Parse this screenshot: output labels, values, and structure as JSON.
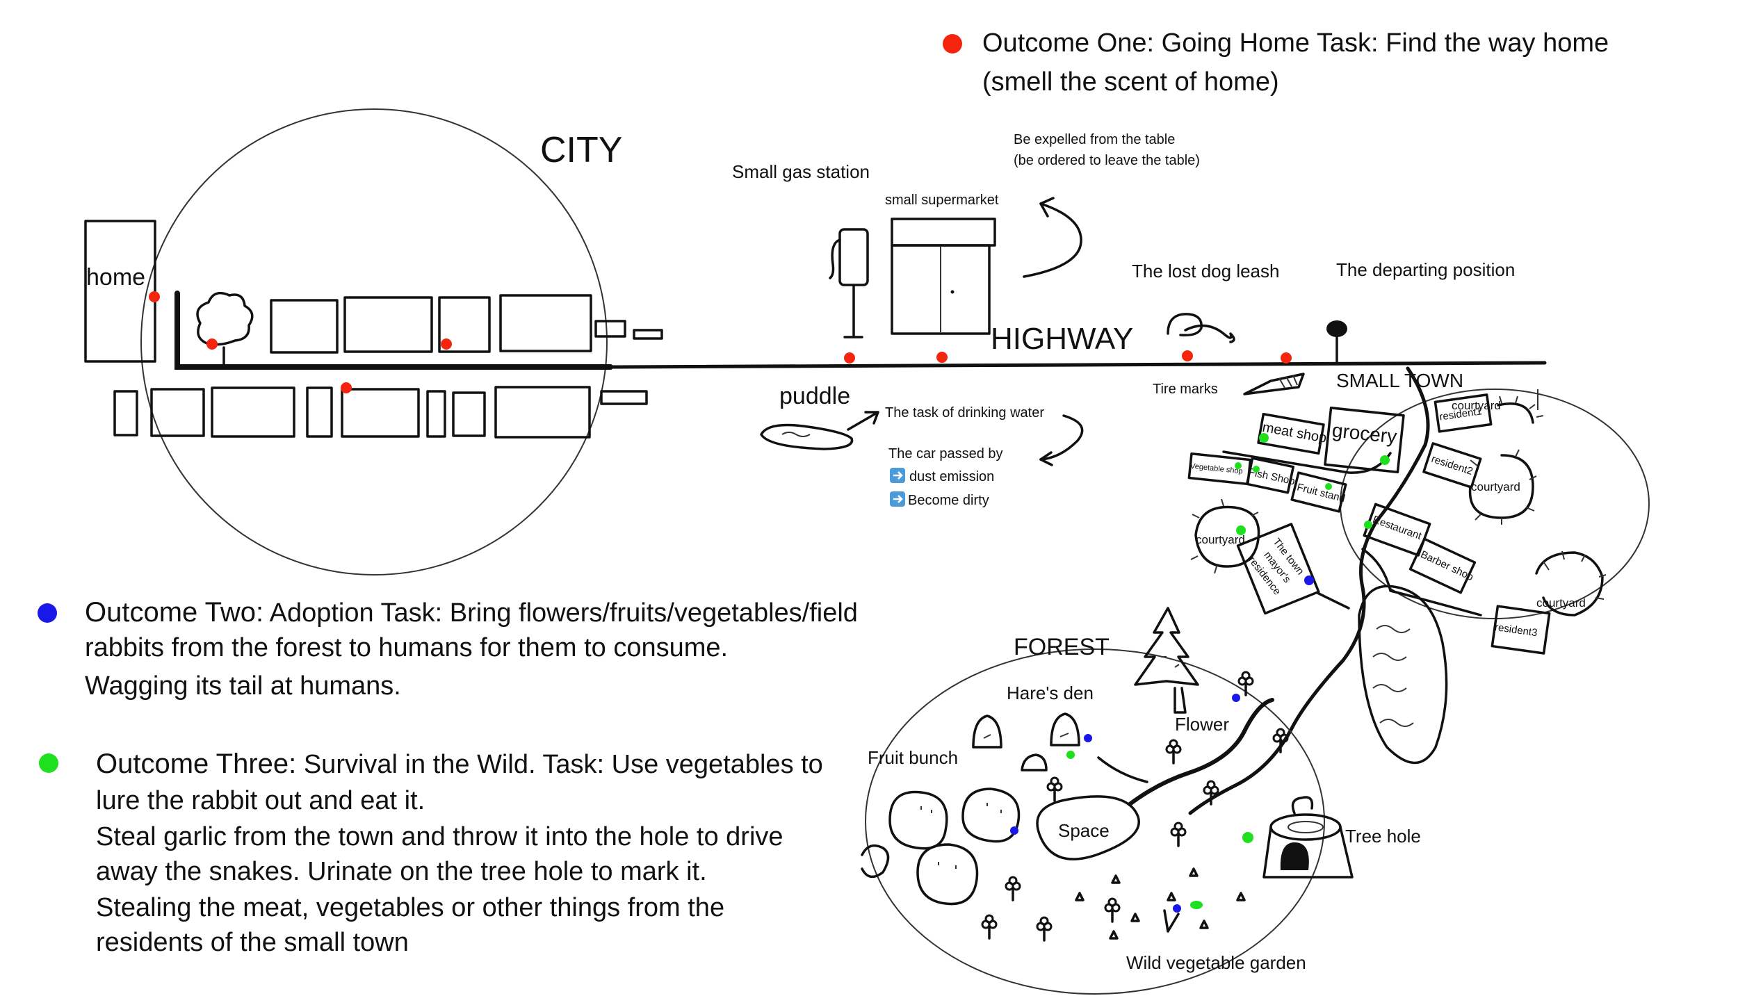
{
  "outcome_one": {
    "color": "#f5240f",
    "line1": "Outcome One: Going Home Task: Find the way home",
    "line2": "(smell the scent of home)"
  },
  "outcome_two": {
    "color": "#1a18e8",
    "title": "Outcome Two:",
    "line1": " Adoption Task: Bring flowers/fruits/vegetables/field",
    "line2": "rabbits from the forest to humans for them to consume.",
    "line3": "Wagging its tail at humans."
  },
  "outcome_three": {
    "color": "#1fe01f",
    "title": "Outcome Three:",
    "line1": " Survival in the Wild. Task: Use vegetables to",
    "line2": "lure the rabbit out and eat it.",
    "line3": "Steal garlic from the town and throw it into the hole to drive",
    "line4": "away the snakes. Urinate on the tree hole to mark it.",
    "line5": "Stealing the meat, vegetables or other things from the",
    "line6": "residents of the small town"
  },
  "city": {
    "title": "CITY",
    "home": "home"
  },
  "highway": {
    "title": "HIGHWAY",
    "gas_station": "Small gas station",
    "supermarket": "small supermarket",
    "expelled_1": "Be expelled from the table",
    "expelled_2": "(be ordered to leave the table)",
    "leash": "The lost dog leash",
    "departing": "The departing position",
    "puddle": "puddle",
    "drinking": "The task of drinking water",
    "car_passed": "The car passed by",
    "dust": "dust emission",
    "dirty": "Become dirty",
    "tire_marks": "Tire marks"
  },
  "small_town": {
    "title": "SMALL TOWN",
    "grocery": "grocery",
    "meat_shop": "meat shop",
    "vegetable_shop": "Vegetable shop",
    "fish_shop": "Fish Shop",
    "fruit_stand": "Fruit stand",
    "resident1": "resident1",
    "resident2": "resident2",
    "resident3": "resident3",
    "courtyard": "courtyard",
    "restaurant": "Restaurant",
    "barber_shop": "Barber shop",
    "mayor_1": "The town",
    "mayor_2": "mayor's",
    "mayor_3": "residence"
  },
  "forest": {
    "title": "FOREST",
    "hares_den": "Hare's den",
    "flower": "Flower",
    "fruit_bunch": "Fruit bunch",
    "space": "Space",
    "tree_hole": "Tree hole",
    "wild_garden": "Wild vegetable garden"
  }
}
